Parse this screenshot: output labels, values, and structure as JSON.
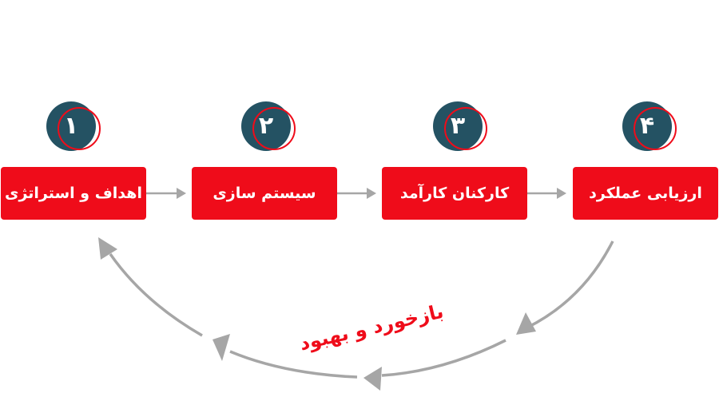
{
  "steps": [
    {
      "number": "۱",
      "label": "اهداف و استراتژی"
    },
    {
      "number": "۲",
      "label": "سیستم سازی"
    },
    {
      "number": "۳",
      "label": "کارکنان کارآمد"
    },
    {
      "number": "۴",
      "label": "ارزیابی عملکرد"
    }
  ],
  "feedback": {
    "label": "بازخورد و بهبود"
  },
  "colors": {
    "box": "#ef0c1a",
    "circle": "#245263",
    "ring": "#ef0c1a",
    "arrow": "#a6a6a6",
    "feedback_text": "#ef0c1a"
  }
}
